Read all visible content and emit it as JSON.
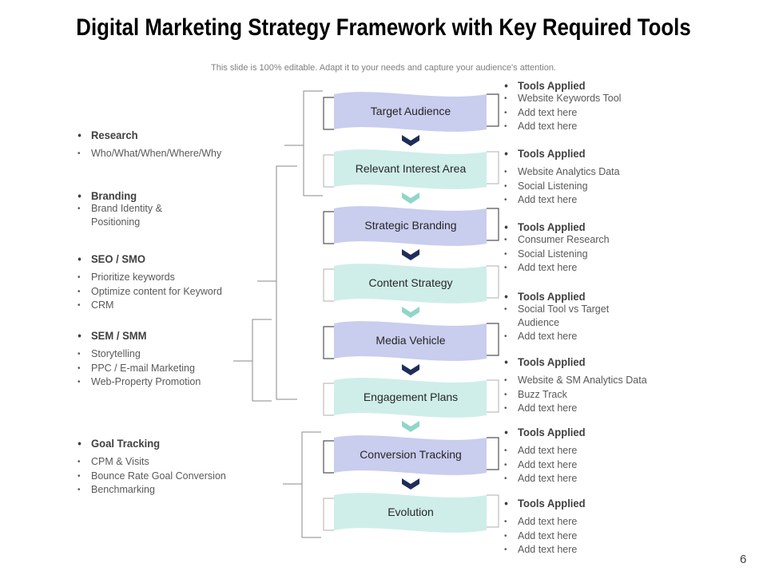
{
  "title": "Digital Marketing Strategy Framework with Key Required Tools",
  "subtitle": "This slide is 100% editable. Adapt it to your needs and capture your audience's attention.",
  "page_number": "6",
  "colors": {
    "banner_blue": "#c9cdee",
    "banner_teal": "#cfeee9",
    "arrow_dark": "#1f2d5a",
    "arrow_teal": "#8fd6c9",
    "bracket": "#8a8a8a"
  },
  "stages": [
    {
      "label": "Target Audience",
      "color": "blue"
    },
    {
      "label": "Relevant Interest Area",
      "color": "teal"
    },
    {
      "label": "Strategic Branding",
      "color": "blue"
    },
    {
      "label": "Content Strategy",
      "color": "teal"
    },
    {
      "label": "Media Vehicle",
      "color": "blue"
    },
    {
      "label": "Engagement Plans",
      "color": "teal"
    },
    {
      "label": "Conversion Tracking",
      "color": "blue"
    },
    {
      "label": "Evolution",
      "color": "teal"
    }
  ],
  "left": [
    {
      "head": "Research",
      "items": [
        "Who/What/When/Where/Why"
      ]
    },
    {
      "head": "Branding",
      "items": [
        "Brand Identity & Positioning"
      ]
    },
    {
      "head": "SEO / SMO",
      "items": [
        "Prioritize keywords",
        "Optimize content for Keyword",
        "CRM"
      ]
    },
    {
      "head": "SEM / SMM",
      "items": [
        "Storytelling",
        "PPC / E-mail Marketing",
        "Web-Property Promotion"
      ]
    },
    {
      "head": "Goal Tracking",
      "items": [
        "CPM & Visits",
        "Bounce Rate Goal Conversion",
        "Benchmarking"
      ]
    }
  ],
  "right": [
    {
      "head": "Tools Applied",
      "items": [
        "Website Keywords Tool",
        "Add text here",
        "Add text here"
      ]
    },
    {
      "head": "Tools Applied",
      "items": [
        "Website Analytics Data",
        "Social Listening",
        "Add text here"
      ]
    },
    {
      "head": "Tools Applied",
      "items": [
        "Consumer Research",
        "Social Listening",
        "Add text here"
      ]
    },
    {
      "head": "Tools Applied",
      "items": [
        "Social Tool vs Target Audience",
        "Add text here"
      ]
    },
    {
      "head": "Tools Applied",
      "items": [
        "Website & SM Analytics Data",
        "Buzz Track",
        "Add text here"
      ]
    },
    {
      "head": "Tools Applied",
      "items": [
        "Add text here",
        "Add text here",
        "Add text here"
      ]
    },
    {
      "head": "Tools Applied",
      "items": [
        "Add text here",
        "Add text here",
        "Add text here"
      ]
    }
  ]
}
